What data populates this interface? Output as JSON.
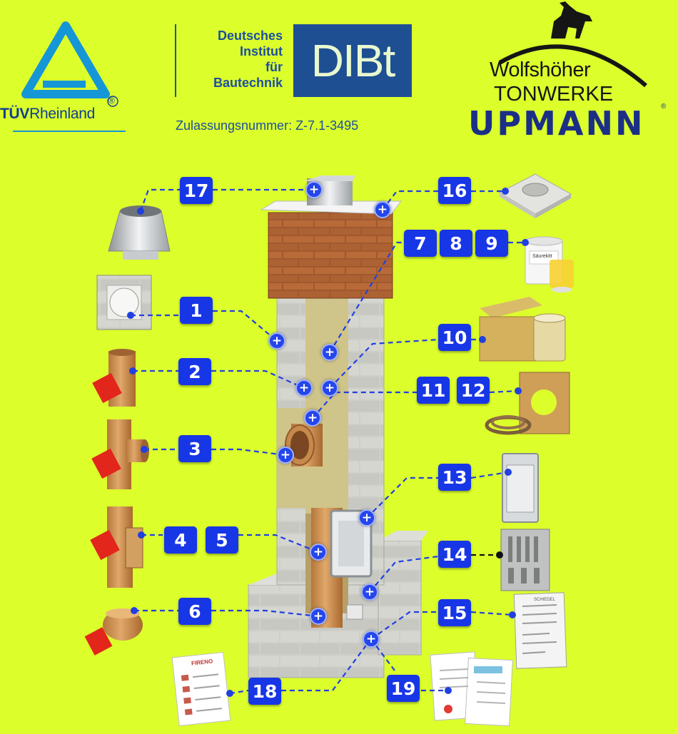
{
  "header": {
    "tuv": {
      "brand_bold": "TÜV",
      "brand_rest": "Rheinland",
      "registered": "®"
    },
    "dibt": {
      "line1": "Deutsches",
      "line2": "Institut",
      "line3": "für",
      "line4": "Bautechnik",
      "logo": "DIBt",
      "approval": "Zulassungsnummer: Z-7.1-3495"
    },
    "wolfshoeher": {
      "line1": "Wolfshöher",
      "line2": "TONWERKE",
      "brand": "UPMANN",
      "registered": "®"
    }
  },
  "colors": {
    "background": "#dcff2c",
    "badge": "#1736e6",
    "marker": "#2546ea",
    "leader": "#2040e0",
    "brick": "#a0592e",
    "block": "#c9c9c4",
    "ceramic": "#d8a466",
    "insulation": "#cfc489"
  },
  "badges": [
    {
      "id": "17",
      "label": "17"
    },
    {
      "id": "16",
      "label": "16"
    },
    {
      "id": "7",
      "label": "7"
    },
    {
      "id": "8",
      "label": "8"
    },
    {
      "id": "9",
      "label": "9"
    },
    {
      "id": "1",
      "label": "1"
    },
    {
      "id": "10",
      "label": "10"
    },
    {
      "id": "2",
      "label": "2"
    },
    {
      "id": "11",
      "label": "11"
    },
    {
      "id": "12",
      "label": "12"
    },
    {
      "id": "3",
      "label": "3"
    },
    {
      "id": "13",
      "label": "13"
    },
    {
      "id": "4",
      "label": "4"
    },
    {
      "id": "5",
      "label": "5"
    },
    {
      "id": "14",
      "label": "14"
    },
    {
      "id": "6",
      "label": "6"
    },
    {
      "id": "15",
      "label": "15"
    },
    {
      "id": "18",
      "label": "18"
    },
    {
      "id": "19",
      "label": "19"
    }
  ],
  "marker_symbol": "+",
  "icons": {
    "rain_cap": "rain-cap-icon",
    "cover_plate": "cover-plate-icon",
    "sealant_kit": "sealant-kit-icon",
    "block": "chimney-block-icon",
    "insulation": "insulation-mat-icon",
    "pipe": "ceramic-pipe-icon",
    "tee": "tee-pipe-icon",
    "cleanout": "cleanout-pipe-icon",
    "cleanout_door": "cleanout-door-icon",
    "vent_grille": "vent-grille-icon",
    "condensate": "condensate-bowl-icon",
    "rope": "sealing-rope-icon",
    "manual": "manual-document-icon",
    "certificate": "certificate-document-icon",
    "label": "chimney-label-icon"
  },
  "document_text": {
    "manual_brand": "FIRENO",
    "label_brand": "SCHIEDEL",
    "sauret": "Säurekitt"
  }
}
